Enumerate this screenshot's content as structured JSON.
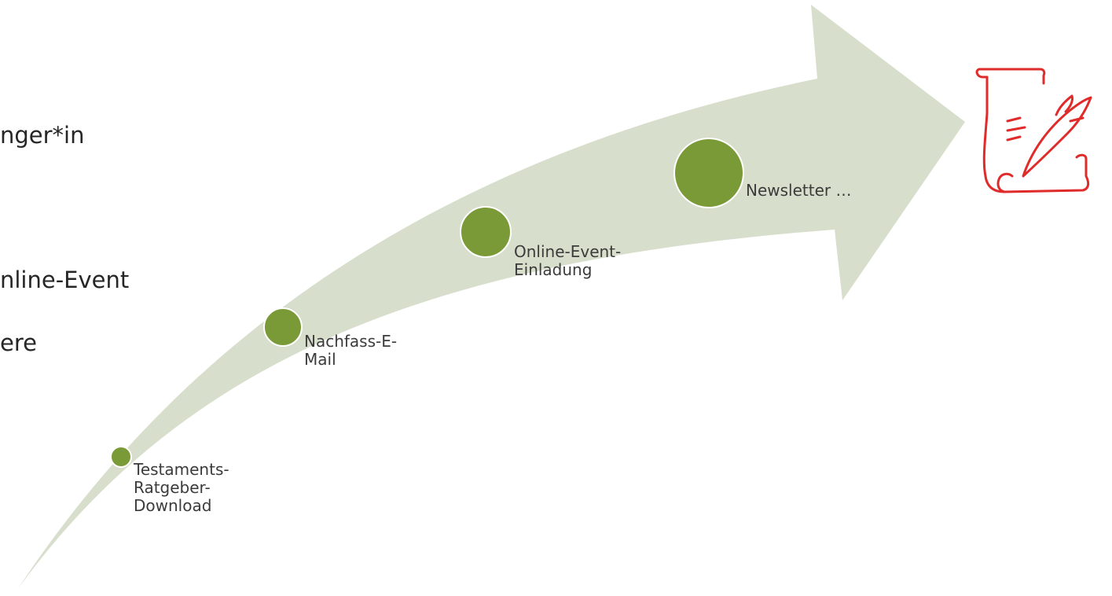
{
  "background_text": {
    "line1": "nger*in",
    "line2": "nline-Event",
    "line3": "ere"
  },
  "milestones": [
    {
      "label": "Testaments-\nRatgeber-\nDownload"
    },
    {
      "label": "Nachfass-E-\nMail"
    },
    {
      "label": "Online-Event-\nEinladung"
    },
    {
      "label": "Newsletter …"
    }
  ],
  "icon": "testament-quill-icon",
  "colors": {
    "arrow_fill": "#d7dfcc",
    "milestone_fill": "#7a9a37",
    "icon_stroke": "#e02b2b",
    "text": "#262626"
  }
}
